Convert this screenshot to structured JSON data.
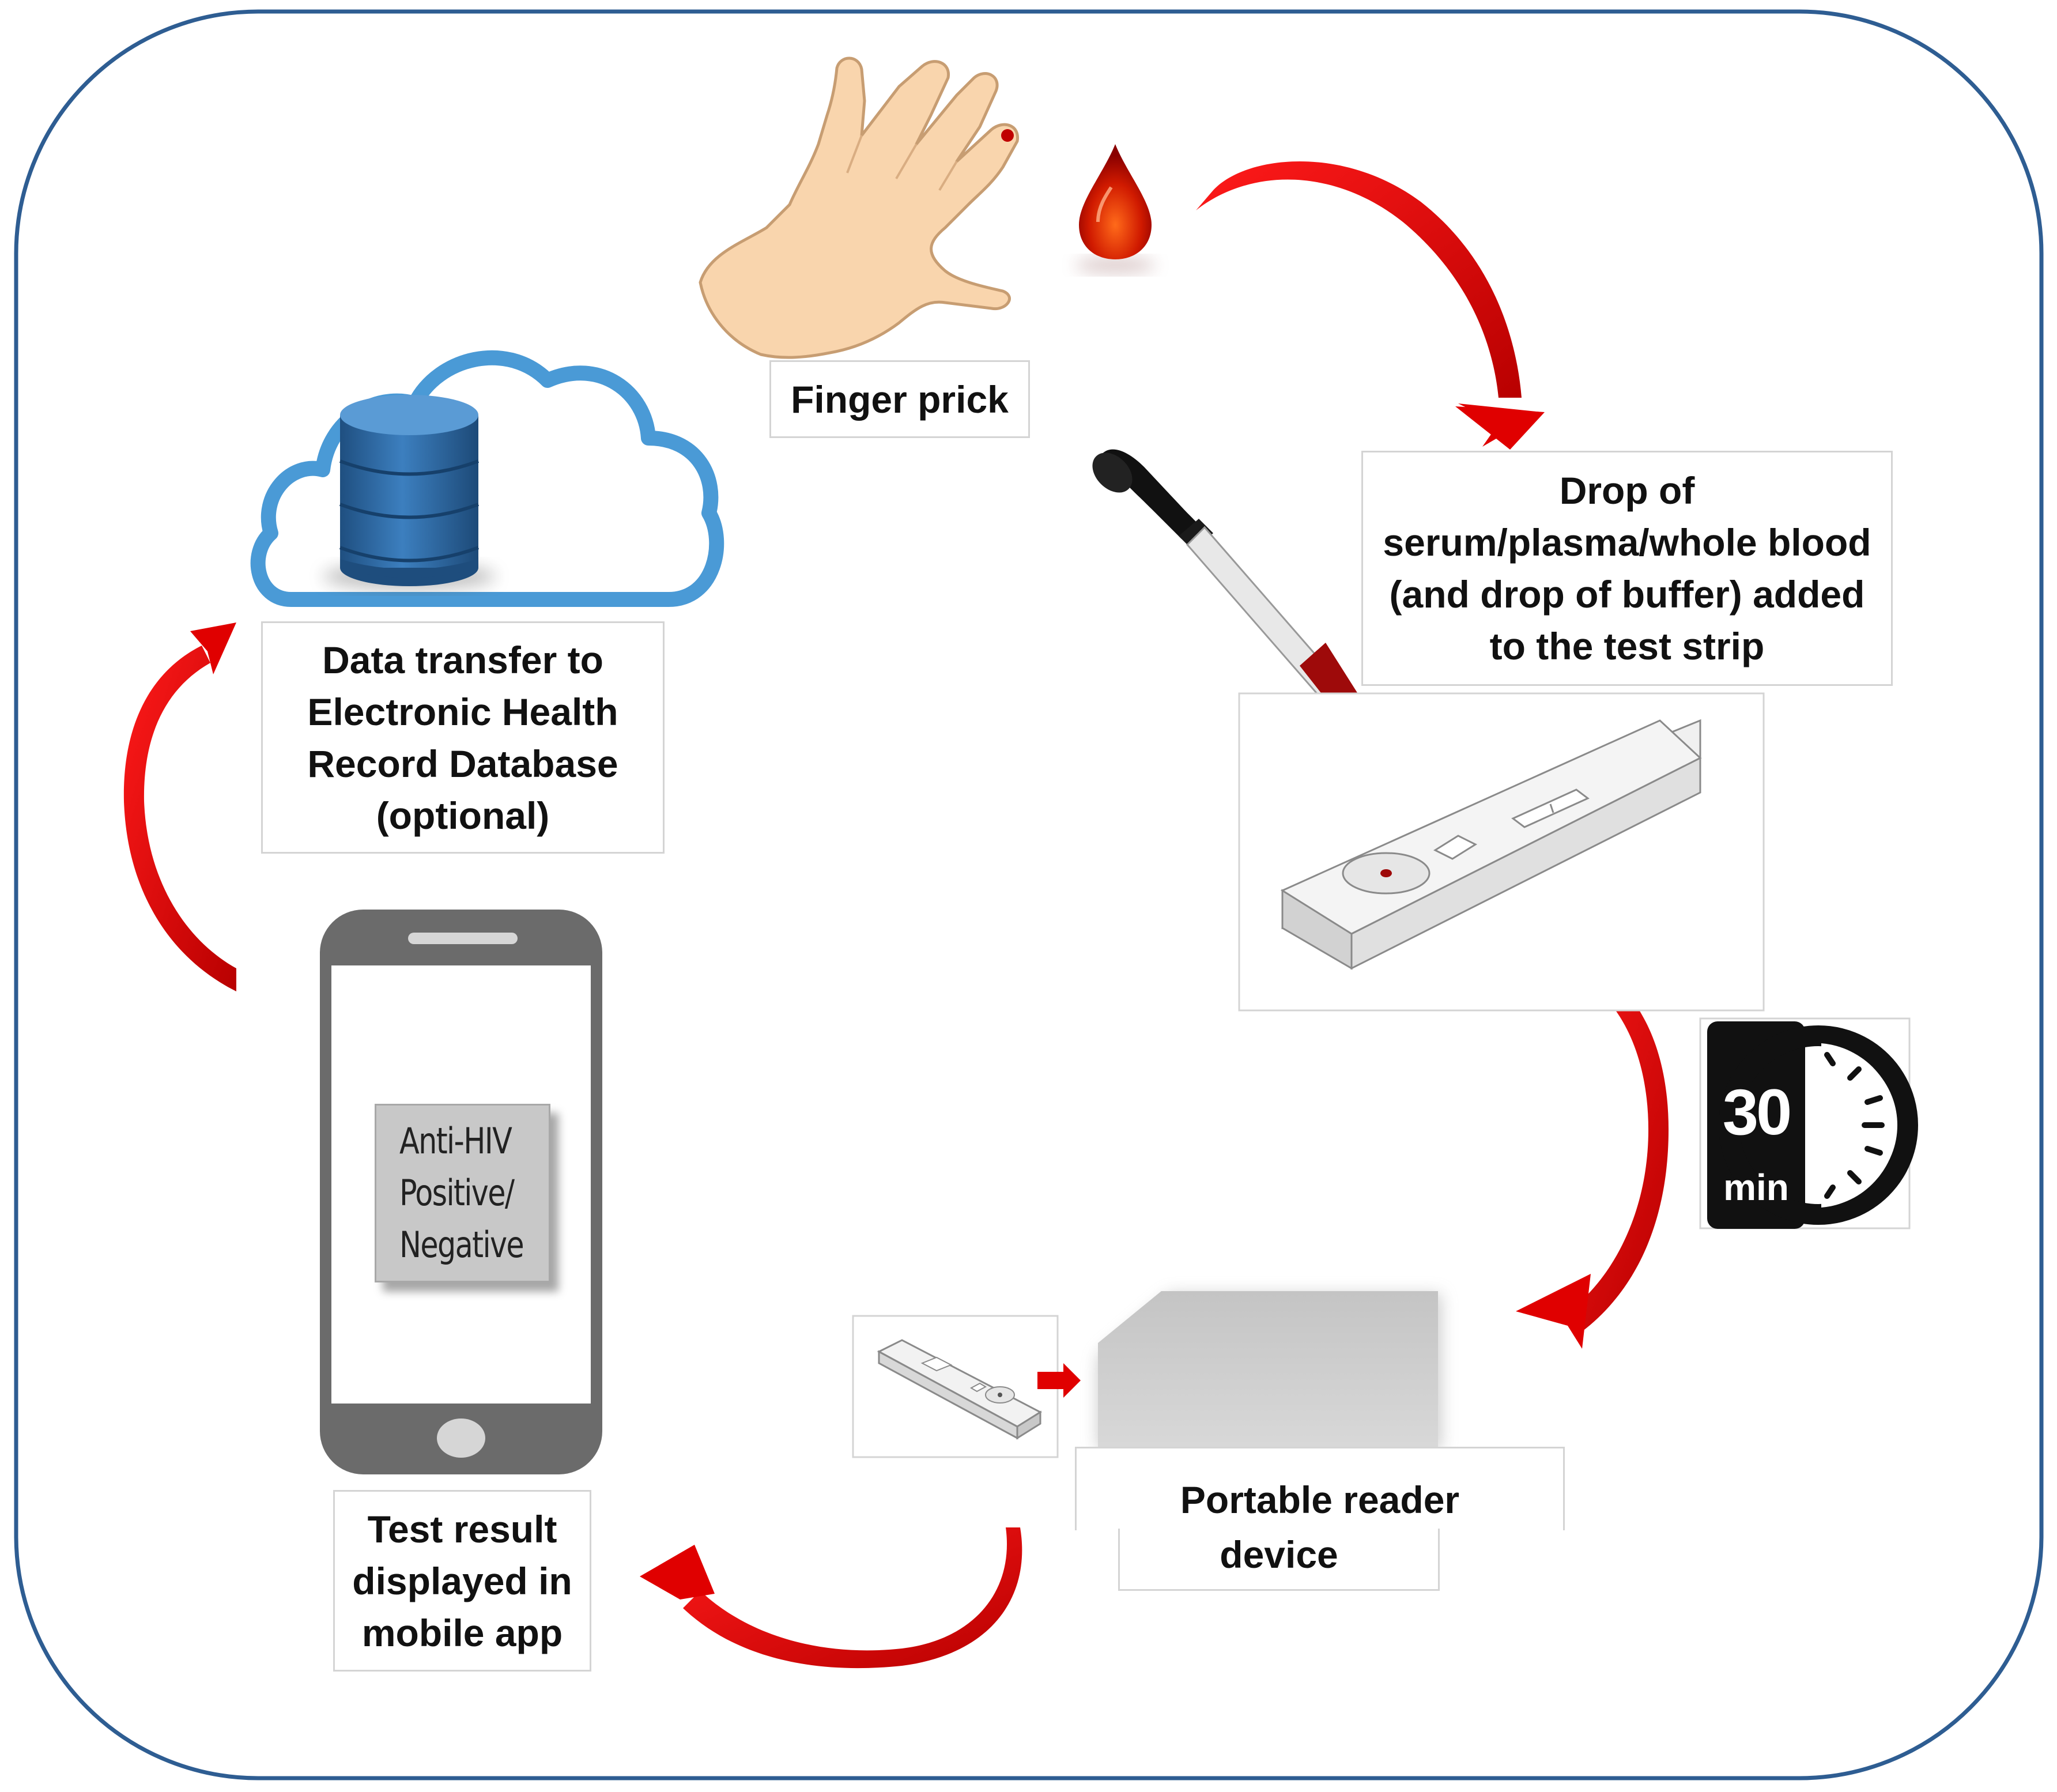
{
  "steps": {
    "finger_prick": {
      "lines": [
        "Finger prick"
      ]
    },
    "drop": {
      "lines": [
        "Drop of",
        "serum/plasma/whole blood",
        "(and drop of buffer) added",
        "to the test strip"
      ]
    },
    "reader": {
      "lines": [
        "Portable reader",
        "device"
      ]
    },
    "result": {
      "lines": [
        "Test result",
        "displayed in",
        "mobile app"
      ]
    },
    "data_transfer": {
      "lines": [
        "Data transfer to",
        "Electronic Health",
        "Record Database",
        "(optional)"
      ]
    }
  },
  "timer": {
    "value": "30",
    "unit": "min"
  },
  "phone_screen": {
    "lines": [
      "Anti-HIV",
      "Positive/",
      "Negative"
    ]
  },
  "icons": [
    "hand-icon",
    "blood-drop-icon",
    "dropper-icon",
    "test-strip-icon",
    "timer-icon",
    "reader-device-icon",
    "phone-icon",
    "cloud-database-icon"
  ],
  "colors": {
    "frame": "#2e5d92",
    "arrow": "#e00000",
    "cloud": "#4a9ad6",
    "database": "#2e6da4",
    "phone": "#6b6b6b",
    "blood": "#b00000"
  }
}
